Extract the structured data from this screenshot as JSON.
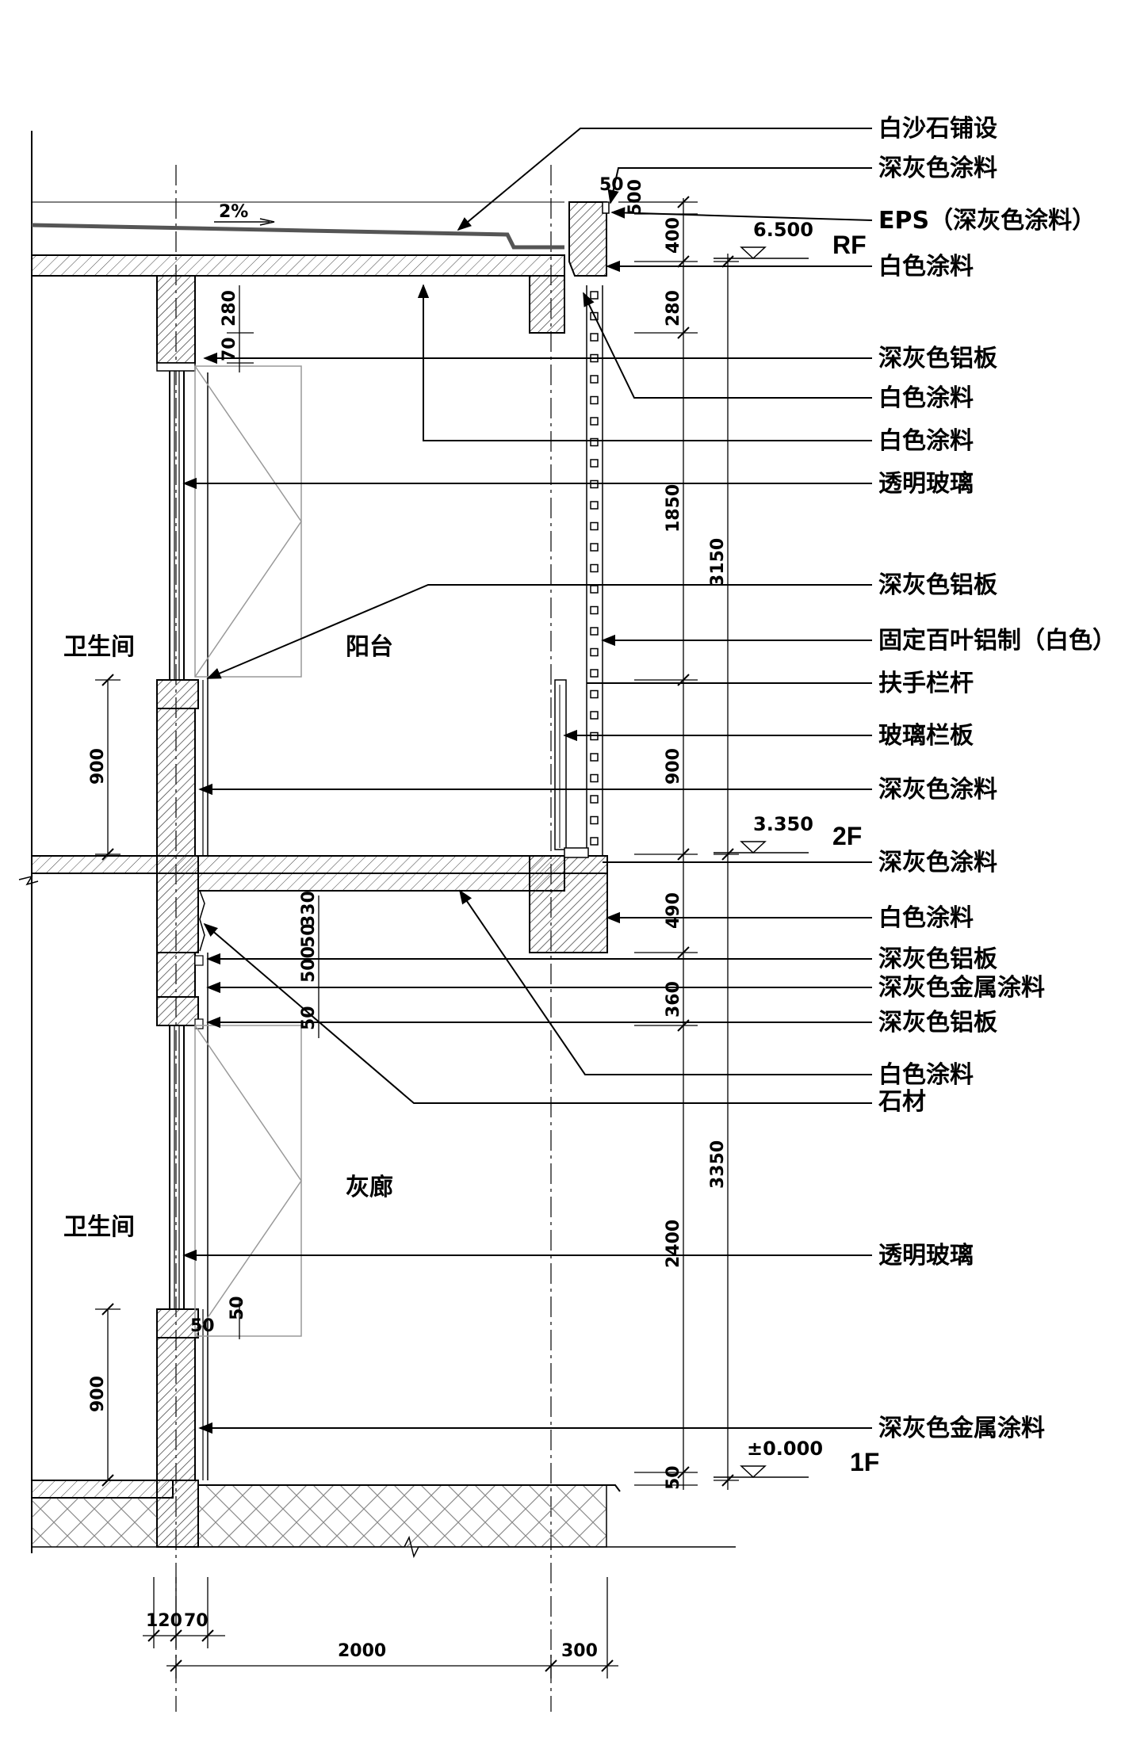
{
  "callouts": [
    "白沙石铺设",
    "深灰色涂料",
    "EPS（深灰色涂料）",
    "白色涂料",
    "深灰色铝板",
    "白色涂料",
    "白色涂料",
    "透明玻璃",
    "深灰色铝板",
    "固定百叶铝制（白色）",
    "扶手栏杆",
    "玻璃栏板",
    "深灰色涂料",
    "深灰色涂料",
    "白色涂料",
    "深灰色铝板",
    "深灰色金属涂料",
    "深灰色铝板",
    "白色涂料",
    "石材",
    "透明玻璃",
    "深灰色金属涂料"
  ],
  "rooms": {
    "upper_left": "卫生间",
    "balcony": "阳台",
    "lower_left": "卫生间",
    "corridor": "灰廊"
  },
  "levels": [
    {
      "elevation": "6.500",
      "floor": "RF"
    },
    {
      "elevation": "3.350",
      "floor": "2F"
    },
    {
      "elevation": "±0.000",
      "floor": "1F"
    }
  ],
  "slope": "2%",
  "dimensions": {
    "top_50": "50",
    "top_500": "500",
    "parapet_400": "400",
    "beam_280_right": "280",
    "beam_280_left": "280",
    "gap_70": "70",
    "louver_1850": "1850",
    "total_3150": "3150",
    "rail_900_right": "900",
    "sill_900_upper": "900",
    "beam_490": "490",
    "gap_330": "330",
    "gap_50a": "50",
    "gap_500": "500",
    "gap_50b": "50",
    "gap_360": "360",
    "total_3350": "3350",
    "door_2400": "2400",
    "sill_900_lower": "900",
    "gap_50c": "50",
    "gap_50d": "50",
    "ground_50": "50",
    "bottom_120": "120",
    "bottom_70": "70",
    "bottom_2000": "2000",
    "bottom_300": "300"
  },
  "colors": {
    "line": "#000000",
    "hatch": "#333333",
    "thin": "#888888",
    "louver": "#444444"
  }
}
